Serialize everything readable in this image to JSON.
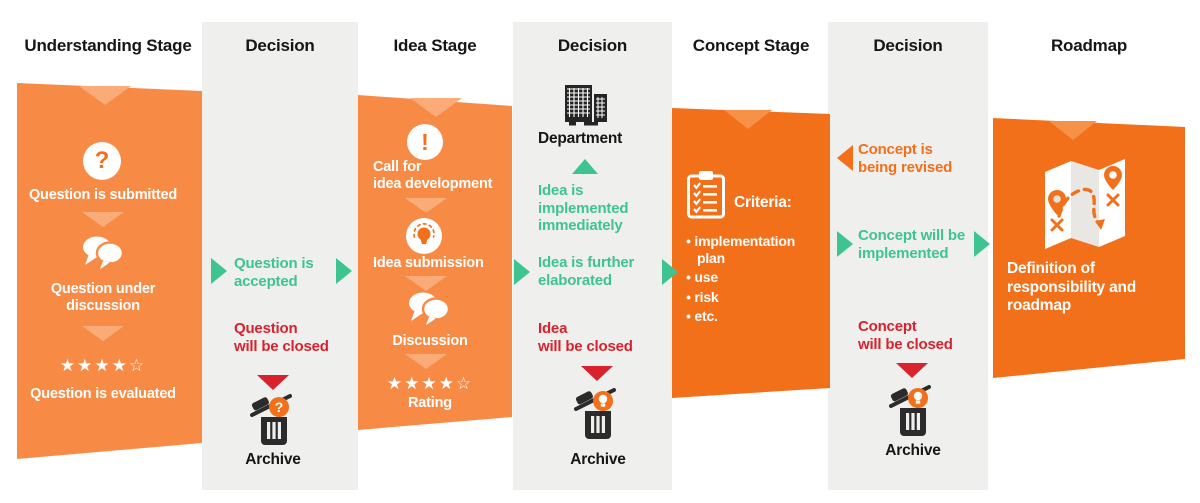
{
  "palette": {
    "orange_light_block": "#F78B45",
    "orange_deep_block": "#F3701B",
    "chevron_on_light": "#FAAB78",
    "chevron_on_deep": "#F79148",
    "green": "#3EC491",
    "red": "#D8232E",
    "gray_panel": "#EFEFEE",
    "icon_dark": "#2B2B2B",
    "text_dark": "#161616"
  },
  "headers": {
    "understanding": "Understanding Stage",
    "decision1": "Decision",
    "idea": "Idea Stage",
    "decision2": "Decision",
    "concept": "Concept Stage",
    "decision3": "Decision",
    "roadmap": "Roadmap"
  },
  "understanding": {
    "question_glyph": "?",
    "step1": "Question is submitted",
    "step2": "Question under\ndiscussion",
    "stars": "★★★★☆",
    "step3": "Question is evaluated"
  },
  "decision1": {
    "accepted": "Question is\naccepted",
    "closed": "Question\nwill be closed",
    "badge_glyph": "?",
    "archive": "Archive"
  },
  "idea": {
    "excl_glyph": "!",
    "step1": "Call for\nidea development",
    "step2": "Idea submission",
    "step3": "Discussion",
    "stars": "★★★★☆",
    "rating": "Rating"
  },
  "decision2": {
    "department": "Department",
    "implemented": "Idea is\nimplemented\nimmediately",
    "elaborated": "Idea is further\nelaborated",
    "closed": "Idea\nwill be closed",
    "archive": "Archive"
  },
  "concept": {
    "criteria": "Criteria:",
    "bullets": [
      "• implementation plan",
      "• use",
      "• risk",
      "• etc."
    ]
  },
  "decision3": {
    "revised": "Concept is\nbeing revised",
    "implemented": "Concept will be\nimplemented",
    "closed": "Concept\nwill be closed",
    "archive": "Archive"
  },
  "roadmap": {
    "definition": "Definition of\nresponsibility and\nroadmap"
  }
}
